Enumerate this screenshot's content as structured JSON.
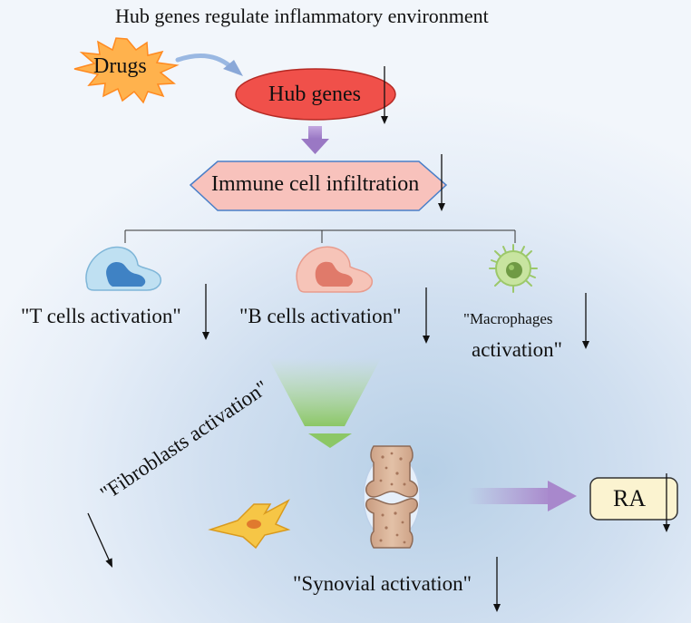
{
  "title": "Hub genes regulate inflammatory environment",
  "nodes": {
    "drugs": "Drugs",
    "hub_genes": "Hub genes",
    "immune_infiltration": "Immune cell infiltration",
    "t_cells": "\"T cells activation\"",
    "b_cells": "\"B cells activation\"",
    "macrophages_line1": "\"Macrophages",
    "macrophages_line2": "activation\"",
    "fibroblasts": "\"Fibroblasts activation\"",
    "synovial": "\"Synovial activation\"",
    "ra": "RA"
  },
  "regulation": "down",
  "colors": {
    "drugs_fill": "#ffb24d",
    "hub_genes_fill": "#f0504a",
    "immune_fill": "#f8c2bc",
    "immune_stroke": "#4a7fc8",
    "ra_fill": "#fbf3d0",
    "arrow_purple": "#a888cc",
    "arrow_green": "#9ccf73"
  },
  "icons": [
    "t-cell-icon",
    "b-cell-icon",
    "macrophage-icon",
    "fibroblast-icon",
    "joint-icon"
  ]
}
